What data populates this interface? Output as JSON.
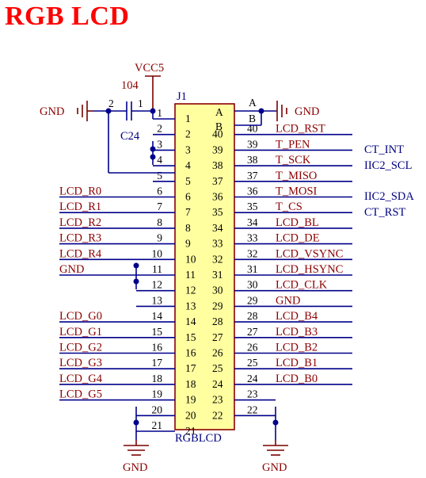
{
  "title": "RGB LCD",
  "power": {
    "vcc": "VCC5",
    "gnd": "GND"
  },
  "capacitor": {
    "designator": "C24",
    "value": "104",
    "pins": [
      "1",
      "2"
    ]
  },
  "connector": {
    "designator": "J1",
    "part": "RGBLCD",
    "header_left": "A",
    "header_right": "B",
    "a_pin": "A",
    "b_pin": "B",
    "left_pins": [
      "1",
      "2",
      "3",
      "4",
      "5",
      "6",
      "7",
      "8",
      "9",
      "10",
      "11",
      "12",
      "13",
      "14",
      "15",
      "16",
      "17",
      "18",
      "19",
      "20",
      "21"
    ],
    "inner_left": [
      "1",
      "2",
      "3",
      "4",
      "5",
      "6",
      "7",
      "8",
      "9",
      "10",
      "11",
      "12",
      "13",
      "14",
      "15",
      "16",
      "17",
      "18",
      "19",
      "20",
      "21"
    ],
    "inner_right": [
      "40",
      "39",
      "38",
      "37",
      "36",
      "35",
      "34",
      "33",
      "32",
      "31",
      "30",
      "29",
      "28",
      "27",
      "26",
      "25",
      "24",
      "23",
      "22"
    ],
    "right_pins": [
      "40",
      "39",
      "38",
      "37",
      "36",
      "35",
      "34",
      "33",
      "32",
      "31",
      "30",
      "29",
      "28",
      "27",
      "26",
      "25",
      "24",
      "23",
      "22"
    ]
  },
  "left_nets": {
    "p6": "LCD_R0",
    "p7": "LCD_R1",
    "p8": "LCD_R2",
    "p9": "LCD_R3",
    "p10": "LCD_R4",
    "p11": "GND",
    "p14": "LCD_G0",
    "p15": "LCD_G1",
    "p16": "LCD_G2",
    "p17": "LCD_G3",
    "p18": "LCD_G4",
    "p19": "LCD_G5"
  },
  "right_nets": {
    "p40": "LCD_RST",
    "p39": "T_PEN",
    "p38": "T_SCK",
    "p37": "T_MISO",
    "p36": "T_MOSI",
    "p35": "T_CS",
    "p34": "LCD_BL",
    "p33": "LCD_DE",
    "p32": "LCD_VSYNC",
    "p31": "LCD_HSYNC",
    "p30": "LCD_CLK",
    "p29": "GND",
    "p28": "LCD_B4",
    "p27": "LCD_B3",
    "p26": "LCD_B2",
    "p25": "LCD_B1",
    "p24": "LCD_B0"
  },
  "far_right_nets": {
    "p39": "CT_INT",
    "p38": "IIC2_SCL",
    "p36": "IIC2_SDA",
    "p35": "CT_RST"
  },
  "colors": {
    "title": "#ff0000",
    "wire": "#00008b",
    "label": "#8b0000",
    "body": "#ffffa0"
  }
}
